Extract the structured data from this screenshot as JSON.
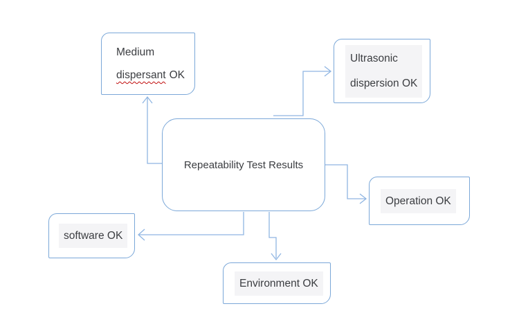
{
  "diagram": {
    "type": "flowchart",
    "background": "#ffffff",
    "nodes": {
      "center": {
        "label": "Repeatability Test Results"
      },
      "medium_dispersant": {
        "line1": "Medium",
        "line2_misspelled": "dispersant",
        "line2_rest": "OK",
        "spellcheck_underline": true
      },
      "ultrasonic": {
        "line1": "Ultrasonic",
        "line2": "dispersion OK",
        "highlighted": true
      },
      "operation": {
        "label": "Operation OK",
        "highlighted": true
      },
      "software": {
        "label": "software OK",
        "highlighted": true
      },
      "environment": {
        "label": "Environment OK",
        "highlighted": true
      }
    },
    "edges": [
      {
        "from": "center",
        "to": "medium_dispersant",
        "arrow": "open-chevron"
      },
      {
        "from": "center",
        "to": "ultrasonic",
        "arrow": "open-chevron"
      },
      {
        "from": "center",
        "to": "operation",
        "arrow": "open-chevron"
      },
      {
        "from": "center",
        "to": "software",
        "arrow": "open-chevron"
      },
      {
        "from": "center",
        "to": "environment",
        "arrow": "open-chevron"
      }
    ],
    "colors": {
      "shape_border": "#7aa7d8",
      "connector": "#8fb5e2",
      "text": "#3b3d41",
      "text_highlight": "#f4f4f6",
      "spellcheck_squiggle": "#c00a0a"
    }
  }
}
